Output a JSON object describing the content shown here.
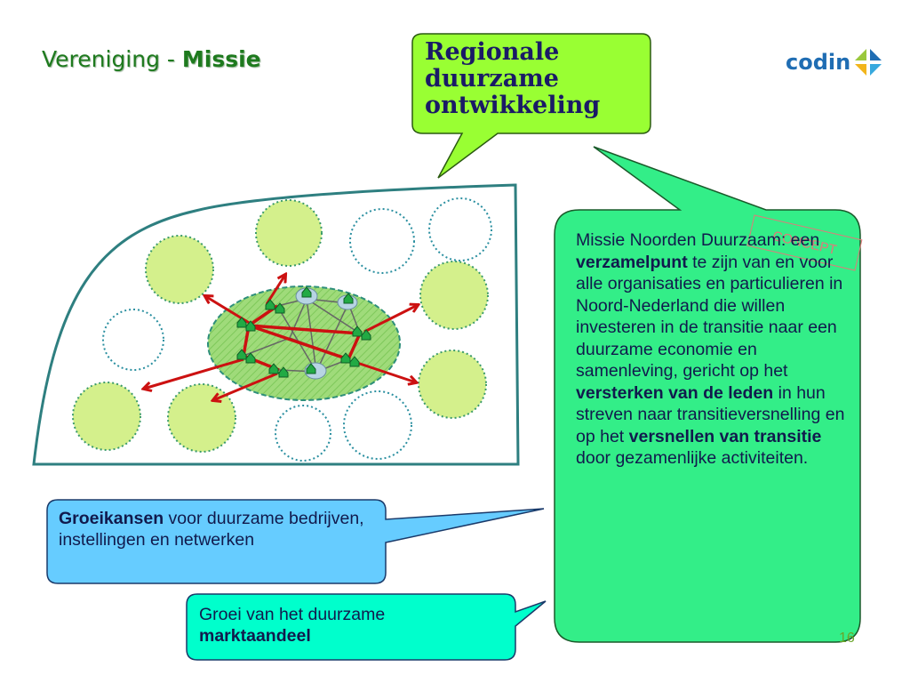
{
  "header": {
    "title_prefix": "Vereniging - ",
    "title_bold": "Missie",
    "logo_text": "codin"
  },
  "callout_top": {
    "text": "Regionale duurzame ontwikkeling"
  },
  "mission": {
    "p1": "Missie Noorden Duurzaam: een ",
    "b1": "verzamelpunt",
    "p2": " te zijn van en voor alle organisaties en particulieren in Noord-Nederland die willen investeren in de transitie naar een duurzame economie en samenleving, gericht op het ",
    "b2": "versterken van de leden",
    "p3": " in hun streven naar transitieversnelling en op het ",
    "b3": "versnellen van transitie",
    "p4": " door gezamenlijke activiteiten."
  },
  "concept_stamp": "CONCEPT",
  "callout_groeikansen": {
    "bold": "Groeikansen",
    "text": " voor duurzame bedrijven,  instellingen en netwerken"
  },
  "callout_markt": {
    "text": "Groei van het duurzame ",
    "bold": "marktaandeel"
  },
  "page_number": "16",
  "colors": {
    "title_green": "#1e7a1e",
    "callout_lime": "#99ff33",
    "callout_mint": "#33ee88",
    "callout_blue": "#66ccff",
    "callout_aqua": "#00ffcc",
    "circle_fill": "#d4f08c",
    "circle_stroke": "#3a9a6a",
    "arrow_red": "#cc1111",
    "logo_blue": "#1f6db3"
  }
}
